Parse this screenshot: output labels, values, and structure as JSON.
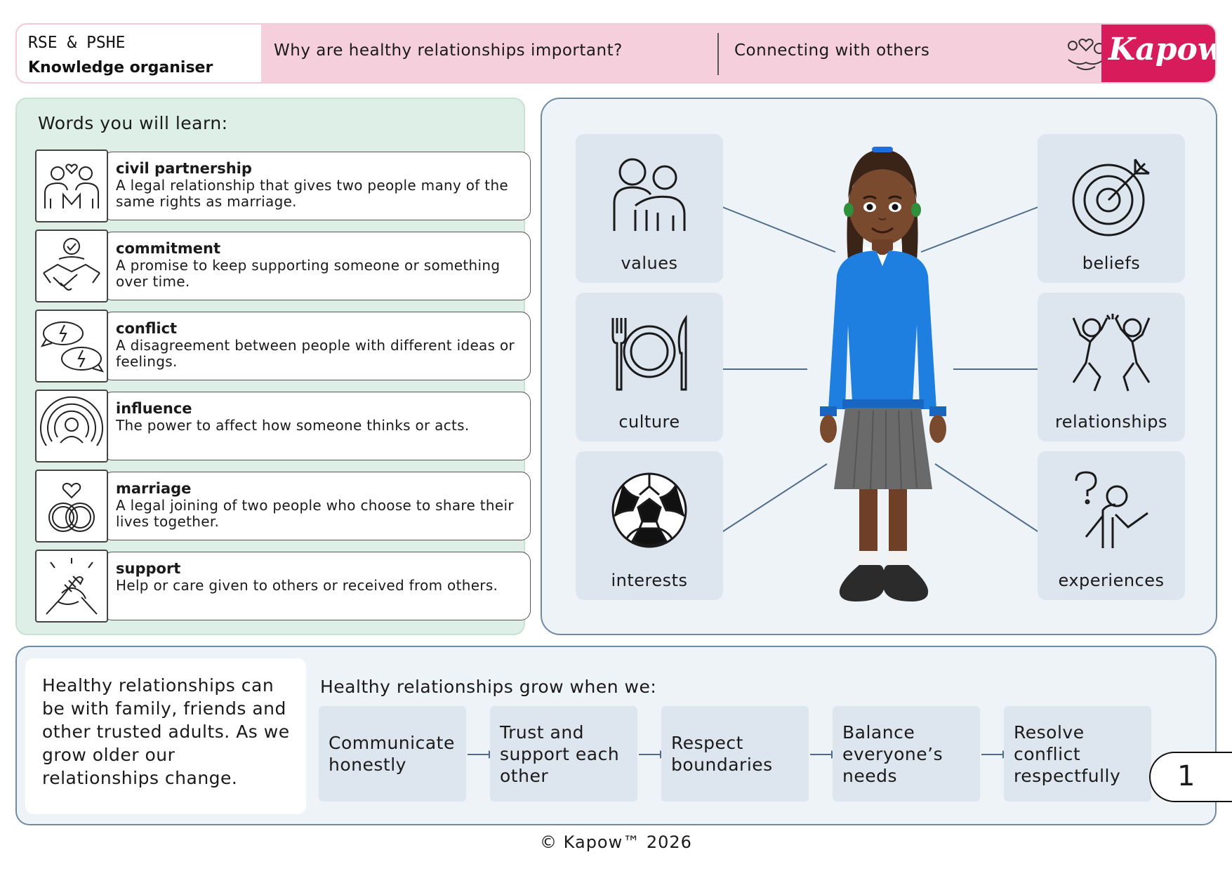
{
  "header": {
    "subject_line1": "RSE & PSHE",
    "subject_line2": "Knowledge organiser",
    "question": "Why are healthy relationships important?",
    "unit": "Connecting with others",
    "brand": "Kapow",
    "brand_color": "#d81b5b"
  },
  "vocab": {
    "heading": "Words you will learn:",
    "items": [
      {
        "term": "civil partnership",
        "definition": "A legal relationship that gives two people many of the same rights as marriage.",
        "icon": "couple-heart-icon"
      },
      {
        "term": "commitment",
        "definition": "A promise to keep supporting someone or something over time.",
        "icon": "handshake-check-icon"
      },
      {
        "term": "conflict",
        "definition": "A disagreement between people with different ideas or feelings.",
        "icon": "speech-bubbles-lightning-icon"
      },
      {
        "term": "influence",
        "definition": "The power to affect how someone thinks or acts.",
        "icon": "person-signal-icon"
      },
      {
        "term": "marriage",
        "definition": "A legal joining of two people who choose to share their lives together.",
        "icon": "rings-heart-icon"
      },
      {
        "term": "support",
        "definition": "Help or care given to others or received from others.",
        "icon": "clasped-hands-icon"
      }
    ]
  },
  "identity": {
    "left": [
      {
        "label": "values",
        "icon": "two-people-hug-icon"
      },
      {
        "label": "culture",
        "icon": "plate-cutlery-icon"
      },
      {
        "label": "interests",
        "icon": "football-icon"
      }
    ],
    "right": [
      {
        "label": "beliefs",
        "icon": "target-arrow-icon"
      },
      {
        "label": "relationships",
        "icon": "high-five-icon"
      },
      {
        "label": "experiences",
        "icon": "question-person-icon"
      }
    ]
  },
  "bottom": {
    "intro": "Healthy relationships can be with family, friends and other trusted adults. As we grow older our relationships change.",
    "grow_title": "Healthy relationships grow when we:",
    "steps": [
      "Communicate honestly",
      "Trust and support each other",
      "Respect boundaries",
      "Balance everyone’s needs",
      "Resolve conflict respectfully"
    ]
  },
  "page_number": "1",
  "footer": "© Kapow™ 2026"
}
